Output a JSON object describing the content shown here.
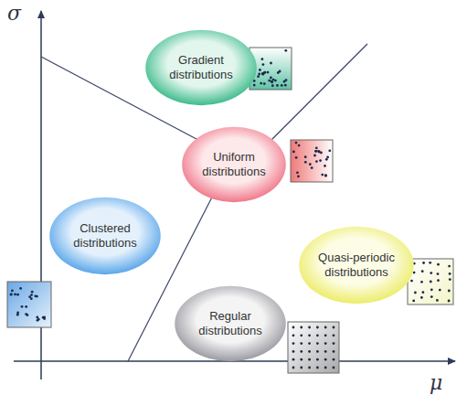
{
  "diagram": {
    "nodes": [
      {
        "text": [
          "Gradient distributions"
        ]
      },
      {
        "text": [
          "Uniform distributions"
        ]
      },
      {
        "text": [
          "Clustered distributions"
        ]
      },
      {
        "text": [
          "Quasi-periodic distributions"
        ]
      },
      {
        "text": [
          "Regular distributions"
        ]
      }
    ],
    "labels": [
      "σ",
      "μ"
    ]
  }
}
